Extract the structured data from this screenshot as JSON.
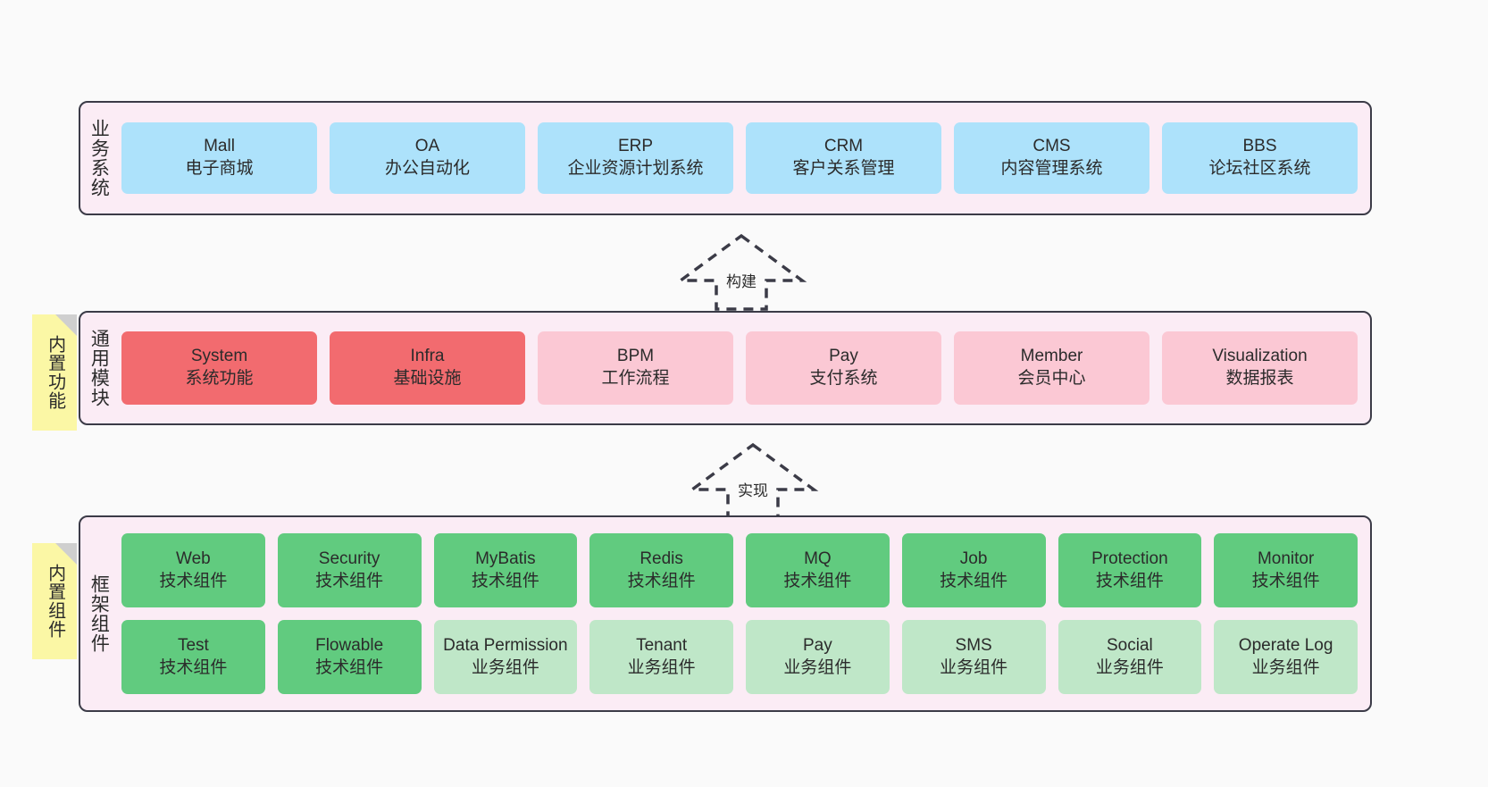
{
  "page": {
    "background": "#fafafa",
    "container_bg": "#fbecf5",
    "container_border": "#3b3b47"
  },
  "sections": {
    "business": {
      "label": "业务系统",
      "cards": [
        {
          "name": "Mall",
          "desc": "电子商城",
          "color": "#ade2fb"
        },
        {
          "name": "OA",
          "desc": "办公自动化",
          "color": "#ade2fb"
        },
        {
          "name": "ERP",
          "desc": "企业资源计划系统",
          "color": "#ade2fb"
        },
        {
          "name": "CRM",
          "desc": "客户关系管理",
          "color": "#ade2fb"
        },
        {
          "name": "CMS",
          "desc": "内容管理系统",
          "color": "#ade2fb"
        },
        {
          "name": "BBS",
          "desc": "论坛社区系统",
          "color": "#ade2fb"
        }
      ]
    },
    "common_modules": {
      "label": "通用模块",
      "note": "内置功能",
      "cards": [
        {
          "name": "System",
          "desc": "系统功能",
          "color": "#f26b6f"
        },
        {
          "name": "Infra",
          "desc": "基础设施",
          "color": "#f26b6f"
        },
        {
          "name": "BPM",
          "desc": "工作流程",
          "color": "#fbc8d4"
        },
        {
          "name": "Pay",
          "desc": "支付系统",
          "color": "#fbc8d4"
        },
        {
          "name": "Member",
          "desc": "会员中心",
          "color": "#fbc8d4"
        },
        {
          "name": "Visualization",
          "desc": "数据报表",
          "color": "#fbc8d4"
        }
      ]
    },
    "framework": {
      "label": "框架组件",
      "note": "内置组件",
      "row1": [
        {
          "name": "Web",
          "desc": "技术组件",
          "color": "#61cb7f"
        },
        {
          "name": "Security",
          "desc": "技术组件",
          "color": "#61cb7f"
        },
        {
          "name": "MyBatis",
          "desc": "技术组件",
          "color": "#61cb7f"
        },
        {
          "name": "Redis",
          "desc": "技术组件",
          "color": "#61cb7f"
        },
        {
          "name": "MQ",
          "desc": "技术组件",
          "color": "#61cb7f"
        },
        {
          "name": "Job",
          "desc": "技术组件",
          "color": "#61cb7f"
        },
        {
          "name": "Protection",
          "desc": "技术组件",
          "color": "#61cb7f"
        },
        {
          "name": "Monitor",
          "desc": "技术组件",
          "color": "#61cb7f"
        }
      ],
      "row2": [
        {
          "name": "Test",
          "desc": "技术组件",
          "color": "#61cb7f"
        },
        {
          "name": "Flowable",
          "desc": "技术组件",
          "color": "#61cb7f"
        },
        {
          "name": "Data Permission",
          "desc": "业务组件",
          "color": "#bfe7c8"
        },
        {
          "name": "Tenant",
          "desc": "业务组件",
          "color": "#bfe7c8"
        },
        {
          "name": "Pay",
          "desc": "业务组件",
          "color": "#bfe7c8"
        },
        {
          "name": "SMS",
          "desc": "业务组件",
          "color": "#bfe7c8"
        },
        {
          "name": "Social",
          "desc": "业务组件",
          "color": "#bfe7c8"
        },
        {
          "name": "Operate Log",
          "desc": "业务组件",
          "color": "#bfe7c8"
        }
      ]
    }
  },
  "connectors": [
    {
      "label": "构建"
    },
    {
      "label": "实现"
    }
  ]
}
